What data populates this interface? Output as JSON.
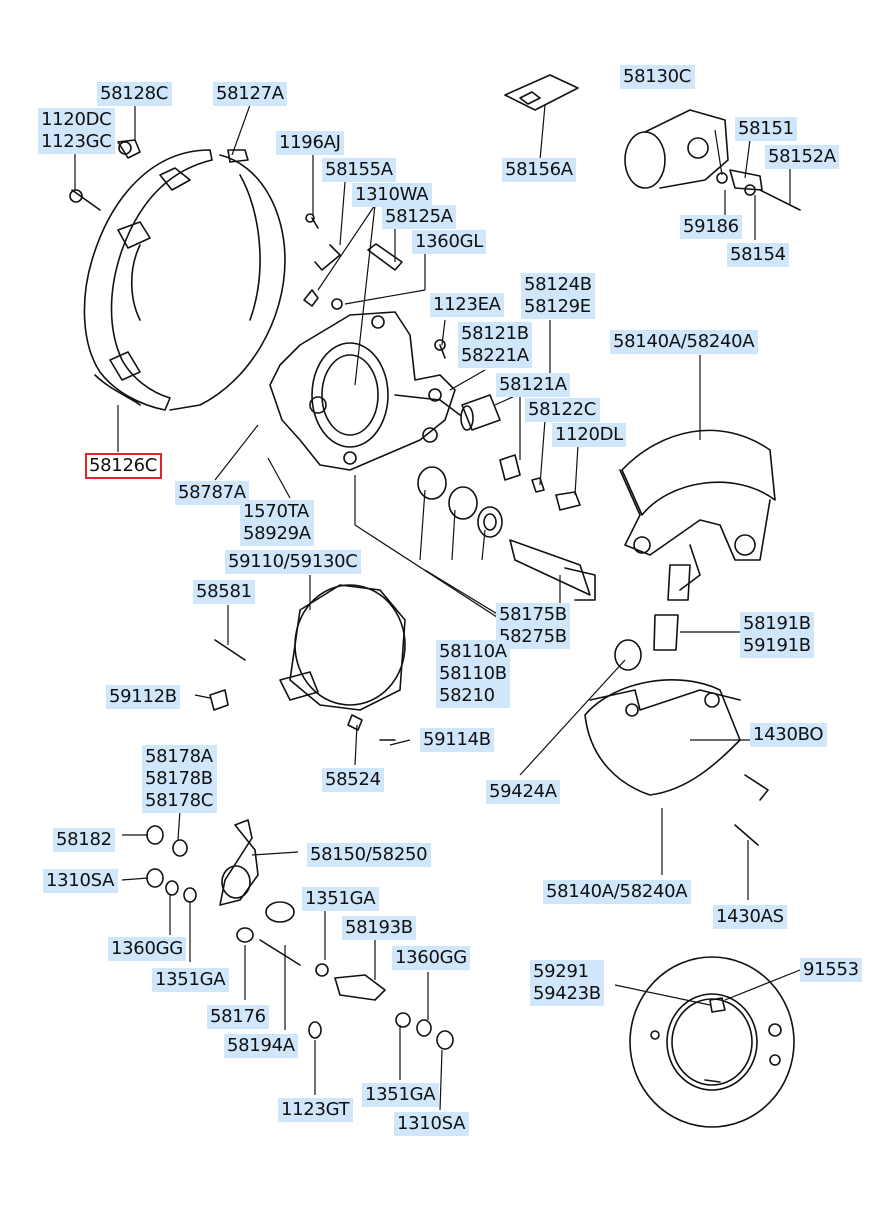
{
  "labels": [
    {
      "id": "l1",
      "lines": [
        "58128C"
      ]
    },
    {
      "id": "l2",
      "lines": [
        "58127A"
      ]
    },
    {
      "id": "l3",
      "lines": [
        "1120DC",
        "1123GC"
      ]
    },
    {
      "id": "l4",
      "lines": [
        "1196AJ"
      ]
    },
    {
      "id": "l5",
      "lines": [
        "58155A"
      ]
    },
    {
      "id": "l6",
      "lines": [
        "1310WA"
      ]
    },
    {
      "id": "l7",
      "lines": [
        "58125A"
      ]
    },
    {
      "id": "l8",
      "lines": [
        "1360GL"
      ]
    },
    {
      "id": "l9",
      "lines": [
        "58156A"
      ]
    },
    {
      "id": "l10",
      "lines": [
        "58130C"
      ]
    },
    {
      "id": "l11",
      "lines": [
        "58151"
      ]
    },
    {
      "id": "l12",
      "lines": [
        "58152A"
      ]
    },
    {
      "id": "l13",
      "lines": [
        "59186"
      ]
    },
    {
      "id": "l14",
      "lines": [
        "58154"
      ]
    },
    {
      "id": "l15",
      "lines": [
        "58124B",
        "58129E"
      ]
    },
    {
      "id": "l16",
      "lines": [
        "1123EA"
      ]
    },
    {
      "id": "l17",
      "lines": [
        "58121B",
        "58221A"
      ]
    },
    {
      "id": "l18",
      "lines": [
        "58140A/58240A"
      ]
    },
    {
      "id": "l19",
      "lines": [
        "58121A"
      ]
    },
    {
      "id": "l20",
      "lines": [
        "58122C"
      ]
    },
    {
      "id": "l21",
      "lines": [
        "1120DL"
      ]
    },
    {
      "id": "l22",
      "lines": [
        "58126C"
      ],
      "highlight": true
    },
    {
      "id": "l23",
      "lines": [
        "58787A"
      ]
    },
    {
      "id": "l24",
      "lines": [
        "1570TA",
        "58929A"
      ]
    },
    {
      "id": "l25",
      "lines": [
        "59110/59130C"
      ]
    },
    {
      "id": "l26",
      "lines": [
        "58581"
      ]
    },
    {
      "id": "l27",
      "lines": [
        "58175B",
        "58275B"
      ]
    },
    {
      "id": "l28",
      "lines": [
        "58191B",
        "59191B"
      ]
    },
    {
      "id": "l29",
      "lines": [
        "58110A",
        "58110B",
        "58210"
      ]
    },
    {
      "id": "l30",
      "lines": [
        "59112B"
      ]
    },
    {
      "id": "l31",
      "lines": [
        "59114B"
      ]
    },
    {
      "id": "l32",
      "lines": [
        "58524"
      ]
    },
    {
      "id": "l33",
      "lines": [
        "1430BO"
      ]
    },
    {
      "id": "l34",
      "lines": [
        "59424A"
      ]
    },
    {
      "id": "l35",
      "lines": [
        "58178A",
        "58178B",
        "58178C"
      ]
    },
    {
      "id": "l36",
      "lines": [
        "58182"
      ]
    },
    {
      "id": "l37",
      "lines": [
        "58150/58250"
      ]
    },
    {
      "id": "l38",
      "lines": [
        "1310SA"
      ]
    },
    {
      "id": "l39",
      "lines": [
        "58140A/58240A"
      ]
    },
    {
      "id": "l40",
      "lines": [
        "1351GA"
      ]
    },
    {
      "id": "l41",
      "lines": [
        "1430AS"
      ]
    },
    {
      "id": "l42",
      "lines": [
        "58193B"
      ]
    },
    {
      "id": "l43",
      "lines": [
        "1360GG"
      ]
    },
    {
      "id": "l44",
      "lines": [
        "1360GG"
      ]
    },
    {
      "id": "l45",
      "lines": [
        "59291",
        "59423B"
      ]
    },
    {
      "id": "l46",
      "lines": [
        "91553"
      ]
    },
    {
      "id": "l47",
      "lines": [
        "1351GA"
      ]
    },
    {
      "id": "l48",
      "lines": [
        "58176"
      ]
    },
    {
      "id": "l49",
      "lines": [
        "58194A"
      ]
    },
    {
      "id": "l50",
      "lines": [
        "1351GA"
      ]
    },
    {
      "id": "l51",
      "lines": [
        "1123GT"
      ]
    },
    {
      "id": "l52",
      "lines": [
        "1310SA"
      ]
    }
  ]
}
